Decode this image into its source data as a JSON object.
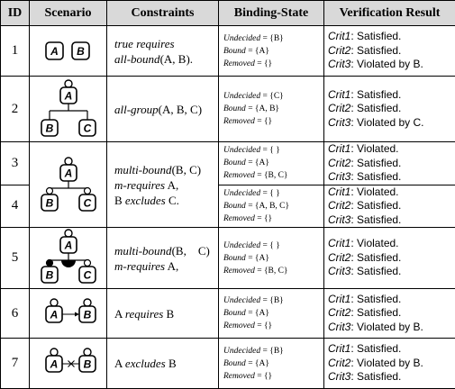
{
  "headers": [
    "ID",
    "Scenario",
    "Constraints",
    "Binding-State",
    "Verification Result"
  ],
  "rows": [
    {
      "id": "1",
      "scenario": {
        "nodes": [
          "A",
          "B"
        ]
      },
      "constraints": [
        [
          {
            "t": "true requires",
            "i": true
          }
        ],
        [
          {
            "t": "all-bound",
            "i": true
          },
          {
            "t": "(A, B).",
            "i": false
          }
        ]
      ],
      "binding": [
        [
          "Undecided",
          "{B}"
        ],
        [
          "Bound",
          "{A}"
        ],
        [
          "Removed",
          "{}"
        ]
      ],
      "verification": [
        [
          "Crit1",
          "Satisfied."
        ],
        [
          "Crit2",
          "Satisfied."
        ],
        [
          "Crit3",
          "Violated by B."
        ]
      ]
    },
    {
      "id": "2",
      "scenario": {
        "nodes": [
          "A",
          "B",
          "C"
        ]
      },
      "constraints": [
        [
          {
            "t": "all-group",
            "i": true
          },
          {
            "t": "(A, B, C)",
            "i": false
          }
        ]
      ],
      "binding": [
        [
          "Undecided",
          "{C}"
        ],
        [
          "Bound",
          "{A, B}"
        ],
        [
          "Removed",
          "{}"
        ]
      ],
      "verification": [
        [
          "Crit1",
          "Satisfied."
        ],
        [
          "Crit2",
          "Satisfied."
        ],
        [
          "Crit3",
          "Violated by C."
        ]
      ]
    },
    {
      "id": "3",
      "scenario": {
        "nodes": [
          "A",
          "B",
          "C"
        ]
      },
      "constraints": [
        [
          {
            "t": "multi-bound",
            "i": true
          },
          {
            "t": "(B, C)",
            "i": false
          }
        ],
        [
          {
            "t": "m-requires",
            "i": true
          },
          {
            "t": " A,",
            "i": false
          }
        ],
        [
          {
            "t": "B ",
            "i": false
          },
          {
            "t": "excludes",
            "i": true
          },
          {
            "t": " C.",
            "i": false
          }
        ]
      ],
      "binding": [
        [
          "Undecided",
          "{ }"
        ],
        [
          "Bound",
          "{A}"
        ],
        [
          "Removed",
          "{B, C}"
        ]
      ],
      "verification": [
        [
          "Crit1",
          "Violated."
        ],
        [
          "Crit2",
          "Satisfied."
        ],
        [
          "Crit3",
          "Satisfied."
        ]
      ]
    },
    {
      "id": "4",
      "binding": [
        [
          "Undecided",
          "{ }"
        ],
        [
          "Bound",
          "{A, B, C}"
        ],
        [
          "Removed",
          "{}"
        ]
      ],
      "verification": [
        [
          "Crit1",
          "Violated."
        ],
        [
          "Crit2",
          "Satisfied."
        ],
        [
          "Crit3",
          "Satisfied."
        ]
      ]
    },
    {
      "id": "5",
      "scenario": {
        "nodes": [
          "A",
          "B",
          "C"
        ]
      },
      "constraints": [
        [
          {
            "t": "multi-bound",
            "i": true
          },
          {
            "t": "(B,    C)",
            "i": false
          }
        ],
        [
          {
            "t": "m-requires",
            "i": true
          },
          {
            "t": " A,",
            "i": false
          }
        ]
      ],
      "binding": [
        [
          "Undecided",
          "{ }"
        ],
        [
          "Bound",
          "{A}"
        ],
        [
          "Removed",
          "{B, C}"
        ]
      ],
      "verification": [
        [
          "Crit1",
          "Violated."
        ],
        [
          "Crit2",
          "Satisfied."
        ],
        [
          "Crit3",
          "Satisfied."
        ]
      ]
    },
    {
      "id": "6",
      "scenario": {
        "nodes": [
          "A",
          "B"
        ]
      },
      "constraints": [
        [
          {
            "t": "A ",
            "i": false
          },
          {
            "t": "requires",
            "i": true
          },
          {
            "t": " B",
            "i": false
          }
        ]
      ],
      "binding": [
        [
          "Undecided",
          "{B}"
        ],
        [
          "Bound",
          "{A}"
        ],
        [
          "Removed",
          "{}"
        ]
      ],
      "verification": [
        [
          "Crit1",
          "Satisfied."
        ],
        [
          "Crit2",
          "Satisfied."
        ],
        [
          "Crit3",
          "Violated by B."
        ]
      ]
    },
    {
      "id": "7",
      "scenario": {
        "nodes": [
          "A",
          "B"
        ]
      },
      "constraints": [
        [
          {
            "t": "A ",
            "i": false
          },
          {
            "t": "excludes",
            "i": true
          },
          {
            "t": " B",
            "i": false
          }
        ]
      ],
      "binding": [
        [
          "Undecided",
          "{B}"
        ],
        [
          "Bound",
          "{A}"
        ],
        [
          "Removed",
          "{}"
        ]
      ],
      "verification": [
        [
          "Crit1",
          "Satisfied."
        ],
        [
          "Crit2",
          "Violated by B."
        ],
        [
          "Crit3",
          "Satisfied."
        ]
      ]
    }
  ]
}
